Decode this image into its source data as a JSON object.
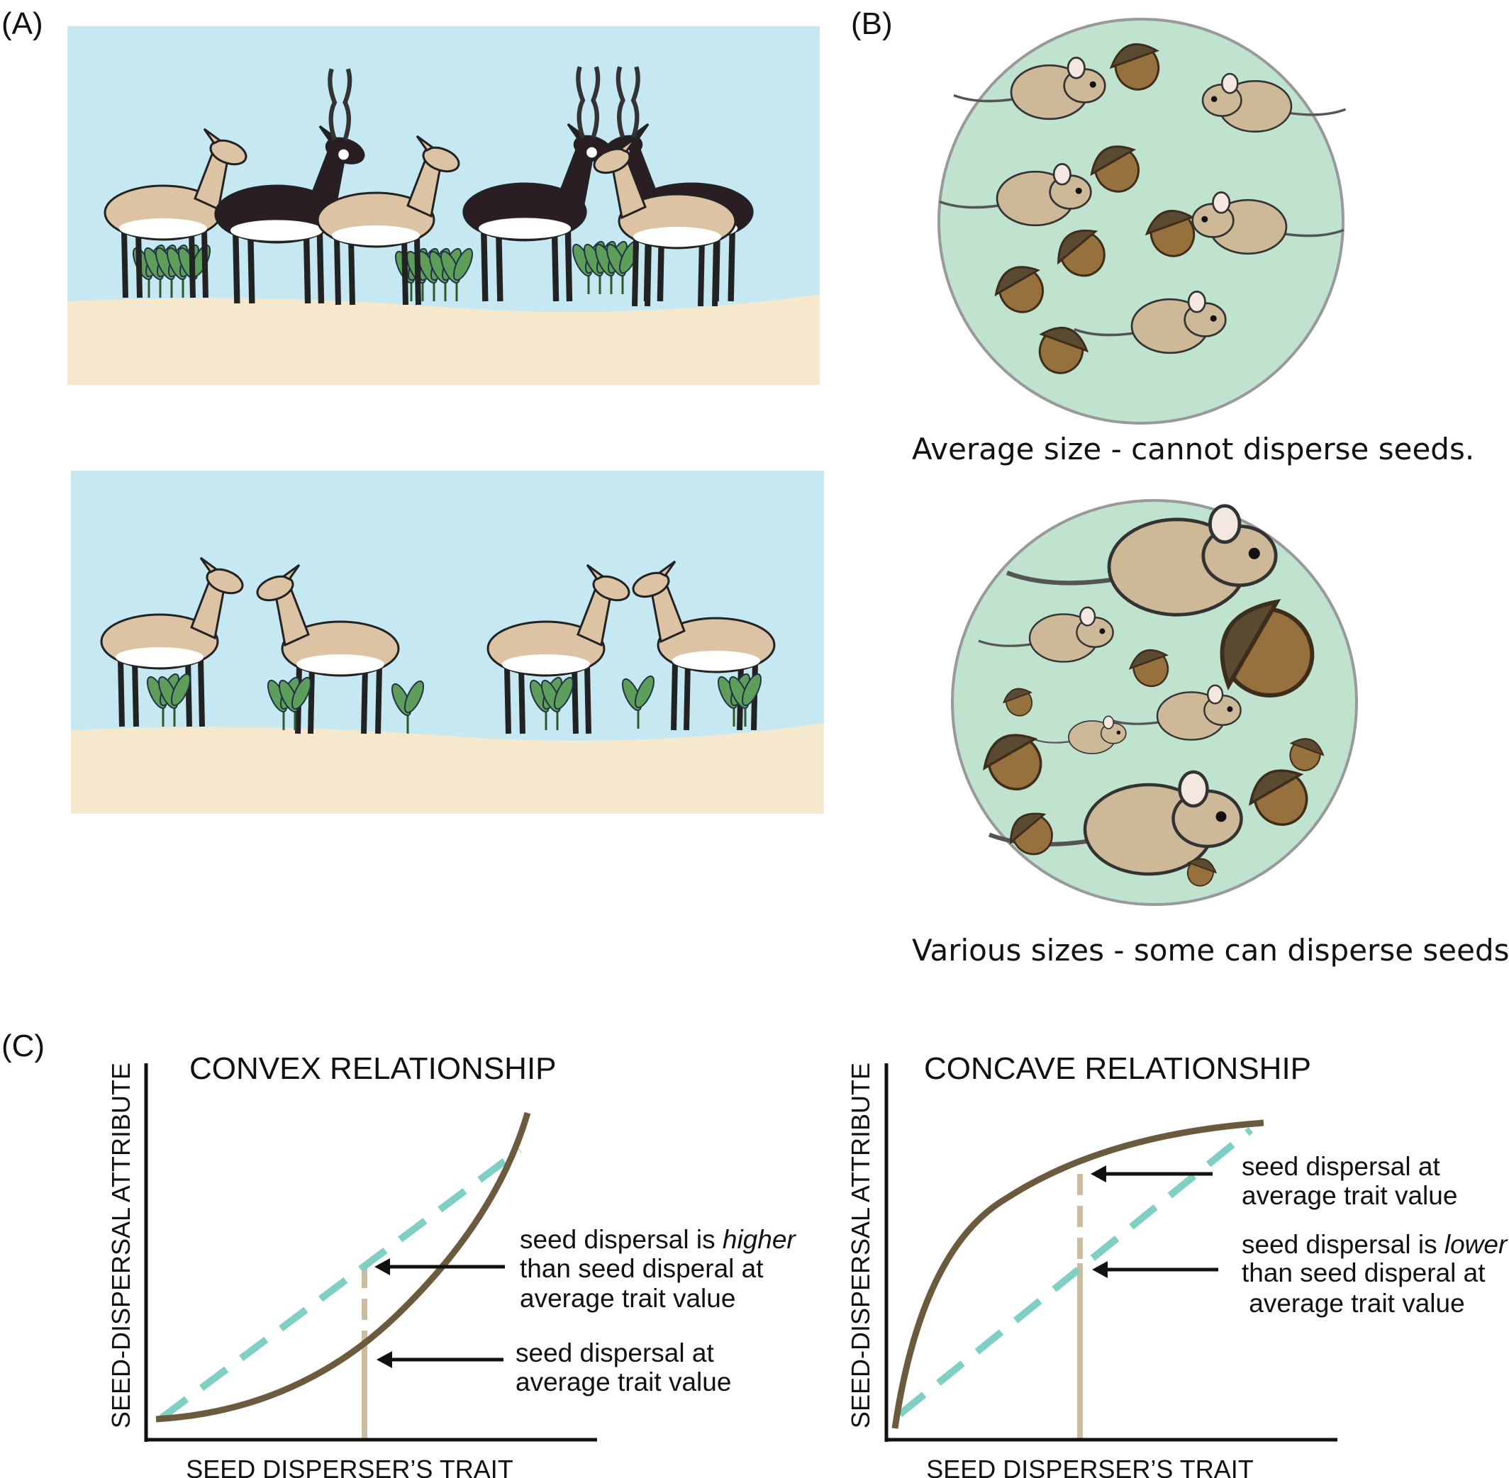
{
  "panel_labels": {
    "a": "(A)",
    "b": "(B)",
    "c": "(C)"
  },
  "panel_b": {
    "caption_top": "Average size - cannot disperse seeds.",
    "caption_bottom": "Various sizes - some can disperse seeds."
  },
  "panel_c": {
    "convex": {
      "title": "CONVEX RELATIONSHIP",
      "ylabel": "SEED-DISPERSAL ATTRIBUTE",
      "xlabel": "SEED DISPERSER’S TRAIT",
      "upper_annotation": {
        "line1_pre": "seed dispersal is ",
        "line1_em": "higher",
        "line2": "than seed disperal at",
        "line3": "average trait value"
      },
      "lower_annotation": {
        "line1": "seed dispersal at",
        "line2": "average trait value"
      }
    },
    "concave": {
      "title": "CONCAVE RELATIONSHIP",
      "ylabel": "SEED-DISPERSAL ATTRIBUTE",
      "xlabel": "SEED DISPERSER’S TRAIT",
      "upper_annotation": {
        "line1": "seed dispersal at",
        "line2": "average trait value"
      },
      "lower_annotation": {
        "line1_pre": "seed dispersal is ",
        "line1_em": "lower",
        "line2": "than seed disperal at",
        "line3": " average trait value"
      }
    }
  },
  "colors": {
    "sky": "#c5e8f2",
    "sand": "#f6e8cd",
    "doe": "#dcc3a4",
    "buck": "#2a1d24",
    "plant": "#5d9e5a",
    "circle": "#bfe3cf",
    "mouse": "#cdb898",
    "acorn": "#96703d",
    "cap": "#5b4a32",
    "curve": "#6b5a3e",
    "dash": "#7fcfc4",
    "vline": "#cdbd9f"
  }
}
